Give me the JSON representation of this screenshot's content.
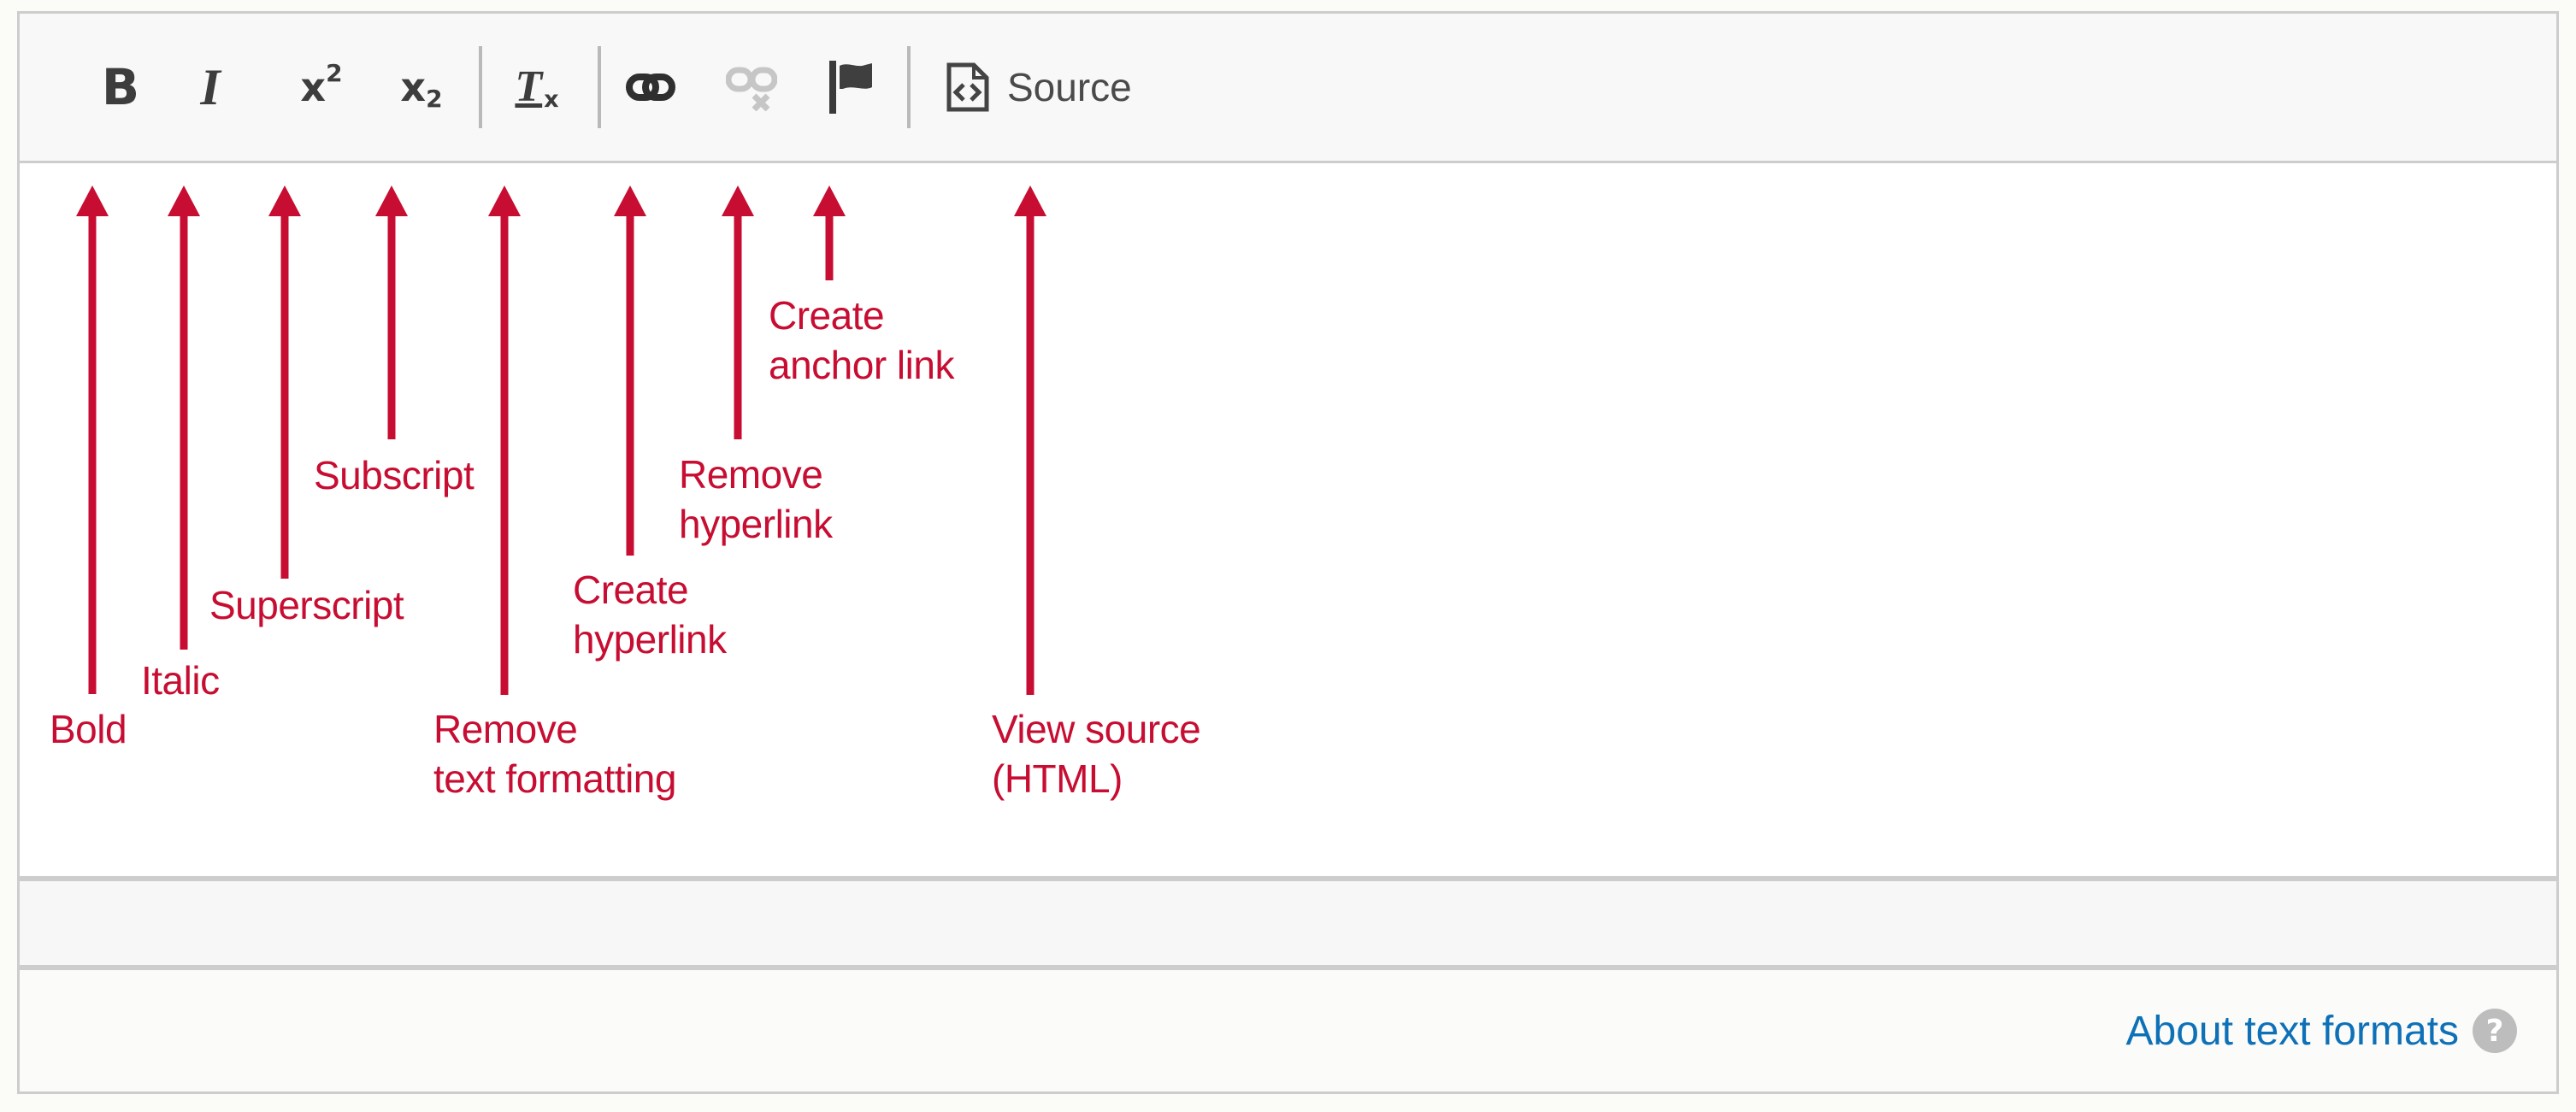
{
  "toolbar": {
    "bold_glyph": "B",
    "italic_glyph": "I",
    "superscript_base": "x",
    "superscript_mark": "2",
    "subscript_base": "x",
    "subscript_mark": "2",
    "removeformat_base": "T",
    "removeformat_mark": "x",
    "source_label": "Source"
  },
  "labels": {
    "bold": {
      "line1": "Bold"
    },
    "italic": {
      "line1": "Italic"
    },
    "superscript": {
      "line1": "Superscript"
    },
    "subscript": {
      "line1": "Subscript"
    },
    "remove_format": {
      "line1": "Remove",
      "line2": "text formatting"
    },
    "create_hyperlink": {
      "line1": "Create",
      "line2": "hyperlink"
    },
    "remove_hyperlink": {
      "line1": "Remove",
      "line2": "hyperlink"
    },
    "create_anchor": {
      "line1": "Create",
      "line2": "anchor link"
    },
    "view_source": {
      "line1": "View source",
      "line2": "(HTML)"
    }
  },
  "footer": {
    "about_link": "About text formats",
    "help_glyph": "?"
  },
  "colors": {
    "accent_red": "#c70d32",
    "link_blue": "#0e71b8",
    "icon_dark": "#3d3d3d",
    "icon_disabled": "#c6c6c6",
    "border_grey": "#cdcdcd",
    "separator_grey": "#b9b9b9",
    "toolbar_bg": "#f8f8f8",
    "strip1_bg": "#f7f7f7",
    "strip2_bg": "#fbfbf9",
    "page_bg": "#fbfbf8",
    "help_circle": "#bdbdbd",
    "source_text": "#4a4a4a"
  }
}
